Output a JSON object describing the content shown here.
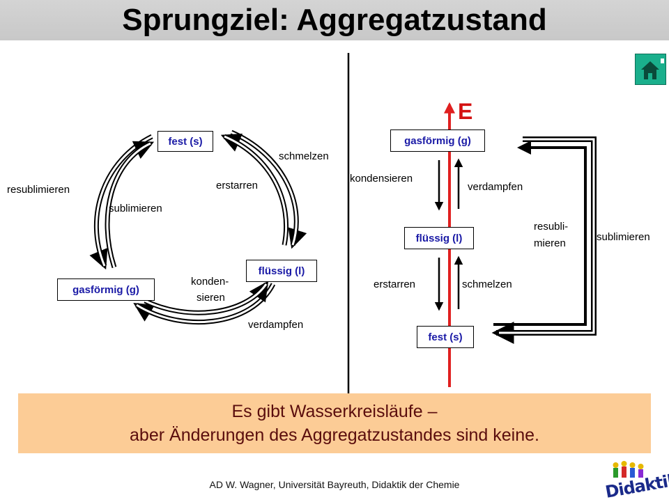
{
  "slide": {
    "title": "Sprungziel: Aggregatzustand",
    "footer": "AD W. Wagner, Universität Bayreuth, Didaktik der Chemie"
  },
  "left_cycle": {
    "states": {
      "solid": "fest (s)",
      "liquid": "flüssig (l)",
      "gas": "gasförmig (g)"
    },
    "transitions": {
      "schmelzen": "schmelzen",
      "erstarren": "erstarren",
      "verdampfen": "verdampfen",
      "kondensieren_line1": "konden-",
      "kondensieren_line2": "sieren",
      "sublimieren": "sublimieren",
      "resublimieren": "resublimieren"
    }
  },
  "right_ladder": {
    "energy_label": "E",
    "states": {
      "gas": "gasförmig (g)",
      "liquid": "flüssig (l)",
      "solid": "fest (s)"
    },
    "transitions": {
      "kondensieren": "kondensieren",
      "verdampfen": "verdampfen",
      "erstarren": "erstarren",
      "schmelzen": "schmelzen",
      "resublimieren_line1": "resubli-",
      "resublimieren_line2": "mieren",
      "sublimieren": "sublimieren"
    }
  },
  "note": {
    "line1": "Es gibt Wasserkreisläufe –",
    "line2": "aber Änderungen des Aggregatzustandes sind keine."
  },
  "logo": {
    "text": "Didaktik"
  },
  "colors": {
    "state_text": "#1a1aa6",
    "energy_arrow": "#e02020",
    "note_background": "#fccc96",
    "note_text": "#5a0d0d",
    "home_button": "#1aaf8c"
  }
}
